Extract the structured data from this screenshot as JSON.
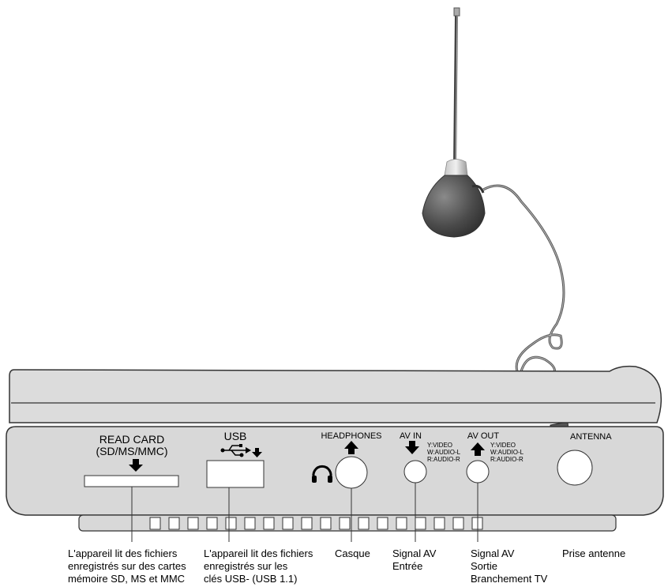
{
  "panel_labels": {
    "read_card_line1": "READ CARD",
    "read_card_line2": "(SD/MS/MMC)",
    "usb": "USB",
    "headphones": "HEADPHONES",
    "av_in": "AV IN",
    "av_out": "AV OUT",
    "av_in_pins": [
      "Y:VIDEO",
      "W:AUDIO-L",
      "R:AUDIO-R"
    ],
    "av_out_pins": [
      "Y:VIDEO",
      "W:AUDIO-L",
      "R:AUDIO-R"
    ],
    "antenna": "ANTENNA"
  },
  "captions": {
    "card_reader": [
      "L'appareil lit des fichiers",
      "enregistrés sur des cartes",
      "mémoire SD, MS et MMC"
    ],
    "usb": [
      "L'appareil lit des fichiers",
      "enregistrés sur les",
      "clés USB- (USB 1.1)"
    ],
    "headphones": [
      "Casque"
    ],
    "av_in": [
      "Signal AV",
      "Entrée"
    ],
    "av_out": [
      "Signal AV",
      "Sortie",
      "Branchement TV"
    ],
    "antenna": [
      "Prise antenne"
    ]
  },
  "icons": [
    "down-arrow-icon",
    "up-arrow-icon",
    "usb-icon",
    "headphone-icon"
  ],
  "colors": {
    "body": "#d9d9d9",
    "outline": "#333333",
    "antenna_dark": "#555555"
  }
}
